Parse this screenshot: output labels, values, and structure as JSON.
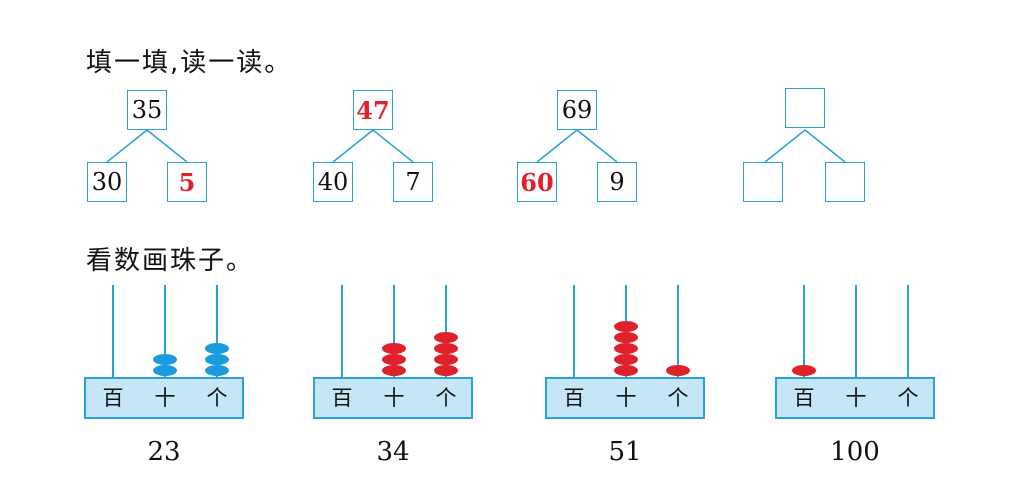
{
  "section1": {
    "title": "填一填,读一读。",
    "trees": [
      {
        "top": "35",
        "left": "30",
        "right": "5",
        "red": [
          "right"
        ]
      },
      {
        "top": "47",
        "left": "40",
        "right": "7",
        "red": [
          "top"
        ]
      },
      {
        "top": "69",
        "left": "60",
        "right": "9",
        "red": [
          "left"
        ]
      },
      {
        "top": "",
        "left": "",
        "right": "",
        "red": []
      }
    ]
  },
  "section2": {
    "title": "看数画珠子。",
    "place_labels": {
      "hundreds": "百",
      "tens": "十",
      "ones": "个"
    },
    "bead_colors": {
      "blue": "#1a9be0",
      "red": "#e0202a"
    },
    "abacuses": [
      {
        "number": "23",
        "hundreds": 0,
        "tens": 2,
        "ones": 3,
        "color": "blue"
      },
      {
        "number": "34",
        "hundreds": 0,
        "tens": 3,
        "ones": 4,
        "color": "red"
      },
      {
        "number": "51",
        "hundreds": 0,
        "tens": 5,
        "ones": 1,
        "color": "red"
      },
      {
        "number": "100",
        "hundreds": 1,
        "tens": 0,
        "ones": 0,
        "color": "red"
      }
    ]
  }
}
